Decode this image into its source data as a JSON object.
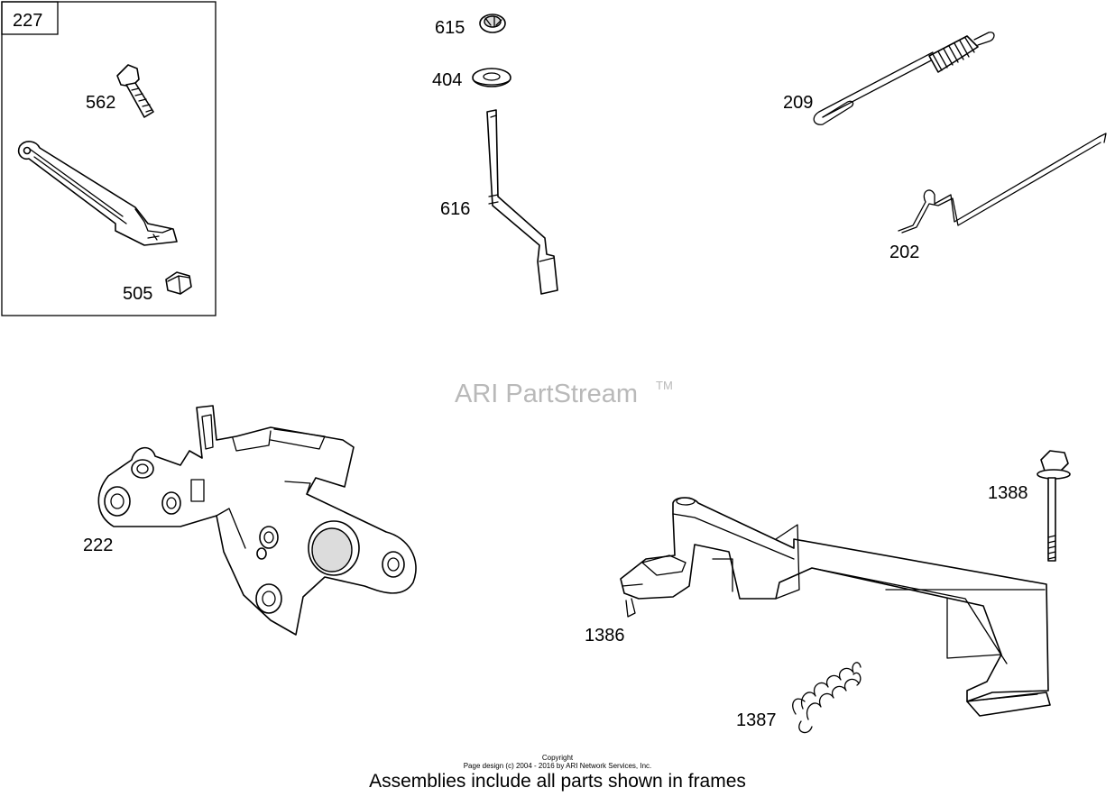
{
  "frame": {
    "label": "227"
  },
  "callouts": {
    "p562": "562",
    "p505": "505",
    "p615": "615",
    "p404": "404",
    "p616": "616",
    "p209": "209",
    "p202": "202",
    "p222": "222",
    "p1388": "1388",
    "p1386": "1386",
    "p1387": "1387"
  },
  "watermark": {
    "text": "ARI PartStream",
    "tm": "TM"
  },
  "footer": {
    "copyright_title": "Copyright",
    "copyright_line": "Page design (c) 2004 - 2016 by ARI Network Services, Inc.",
    "note": "Assemblies include all parts shown in frames"
  }
}
